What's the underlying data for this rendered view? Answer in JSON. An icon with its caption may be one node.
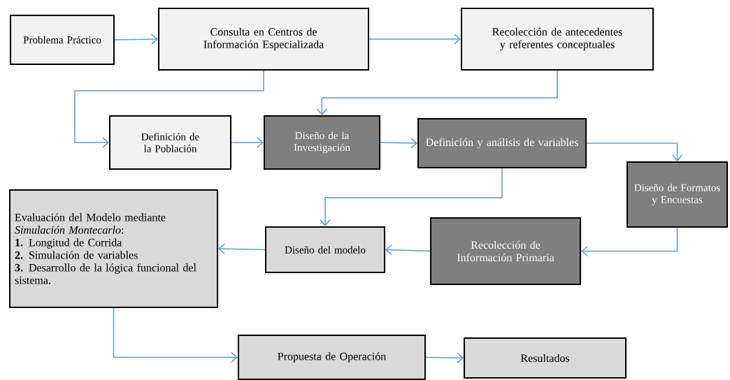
{
  "diagram": {
    "nodes": [
      {
        "text": [
          "Problema Práctico"
        ]
      },
      {
        "text": [
          "Consulta en Centros de Información Especializada"
        ]
      },
      {
        "text": [
          "Recolección de antecedentes y referentes conceptuales"
        ]
      },
      {
        "text": [
          "Definición de la Población"
        ]
      },
      {
        "text": [
          "Diseño de la Investigación"
        ]
      },
      {
        "text": [
          "Definición y análisis de variables"
        ]
      },
      {
        "text": [
          "Diseño de Formatos y Encuestas"
        ]
      },
      {
        "text": [
          "Evaluación del Modelo mediante *Simulación Montecarlo*:",
          "**1.** Longitud de Corrida",
          "**2.** Simulación de variables",
          "**3.** Desarrollo de la lógica funcional del sistema."
        ]
      },
      {
        "text": [
          "Diseño del modelo"
        ]
      },
      {
        "text": [
          "Recolección de Información Primaria"
        ]
      },
      {
        "text": [
          "Propuesta de Operación"
        ]
      },
      {
        "text": [
          "Resultados"
        ]
      }
    ],
    "edges": [
      {
        "from": 0,
        "to": 1,
        "arrow": "to"
      },
      {
        "from": 1,
        "to": 2,
        "arrow": "to"
      },
      {
        "from": 1,
        "to": 3,
        "arrow": "to"
      },
      {
        "from": 2,
        "to": 4,
        "arrow": "to"
      },
      {
        "from": 3,
        "to": 4,
        "arrow": "to"
      },
      {
        "from": 4,
        "to": 5,
        "arrow": "to"
      },
      {
        "from": 5,
        "to": 6,
        "arrow": "to"
      },
      {
        "from": 5,
        "to": 8,
        "arrow": "to"
      },
      {
        "from": 6,
        "to": 9,
        "arrow": "to"
      },
      {
        "from": 9,
        "to": 8,
        "arrow": "to"
      },
      {
        "from": 8,
        "to": 7,
        "arrow": "to"
      },
      {
        "from": 7,
        "to": 10,
        "arrow": "to"
      },
      {
        "from": 10,
        "to": 11,
        "arrow": "to"
      }
    ]
  }
}
